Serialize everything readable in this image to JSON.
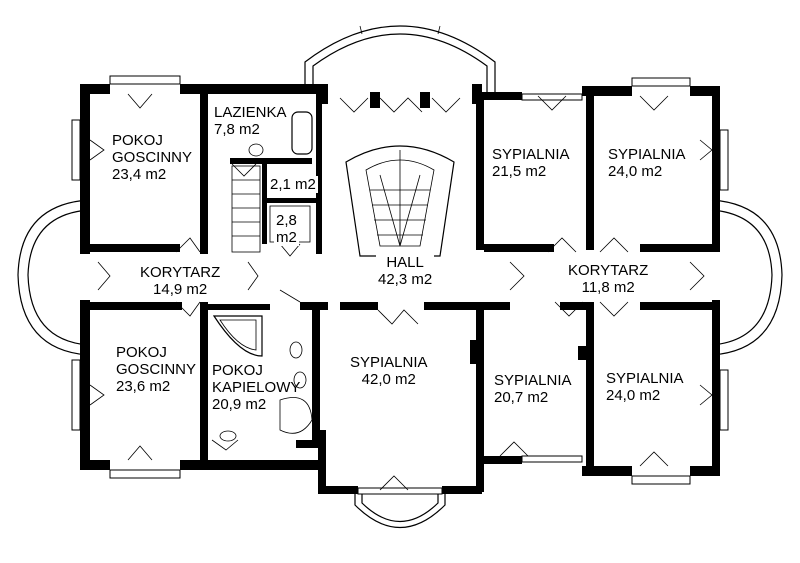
{
  "rooms": {
    "pokoj_goscinny_top": {
      "line1": "POKOJ",
      "line2": "GOSCINNY",
      "area": "23,4 m2"
    },
    "lazienka": {
      "line1": "LAZIENKA",
      "area": "7,8 m2"
    },
    "wc_small_1": {
      "area": "2,1 m2"
    },
    "wc_small_2": {
      "line1": "2,8",
      "line2": "m2"
    },
    "sypialnia_top_1": {
      "line1": "SYPIALNIA",
      "area": "21,5 m2"
    },
    "sypialnia_top_2": {
      "line1": "SYPIALNIA",
      "area": "24,0 m2"
    },
    "korytarz_left": {
      "line1": "KORYTARZ",
      "area": "14,9 m2"
    },
    "hall": {
      "line1": "HALL",
      "area": "42,3 m2"
    },
    "korytarz_right": {
      "line1": "KORYTARZ",
      "area": "11,8 m2"
    },
    "pokoj_goscinny_bottom": {
      "line1": "POKOJ",
      "line2": "GOSCINNY",
      "area": "23,6 m2"
    },
    "pokoj_kapielowy": {
      "line1": "POKOJ",
      "line2": "KAPIELOWY",
      "area": "20,9 m2"
    },
    "sypialnia_center": {
      "line1": "SYPIALNIA",
      "area": "42,0 m2"
    },
    "sypialnia_bottom_1": {
      "line1": "SYPIALNIA",
      "area": "20,7 m2"
    },
    "sypialnia_bottom_2": {
      "line1": "SYPIALNIA",
      "area": "24,0 m2"
    }
  }
}
